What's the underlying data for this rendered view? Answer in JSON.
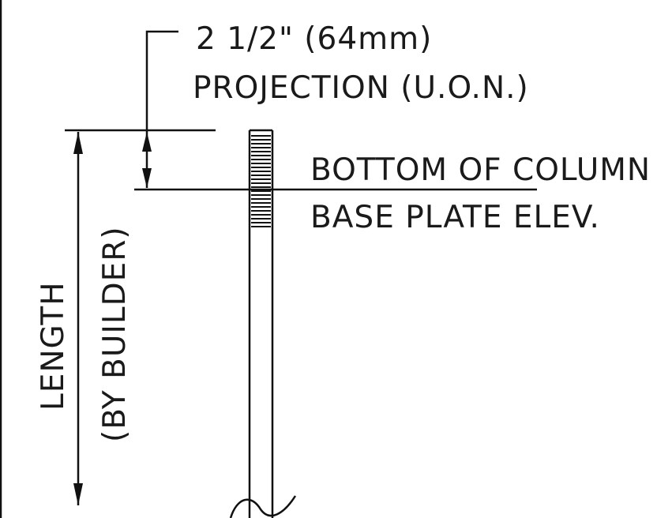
{
  "labels": {
    "projection_dim": "2 1/2\" (64mm)",
    "projection_note": "PROJECTION (U.O.N.)",
    "elevation_line1": "BOTTOM OF COLUMN",
    "elevation_line2": "BASE PLATE ELEV.",
    "length_label": "LENGTH",
    "length_note": "(BY BUILDER)"
  },
  "colors": {
    "ink": "#111111",
    "paper": "#ffffff"
  }
}
